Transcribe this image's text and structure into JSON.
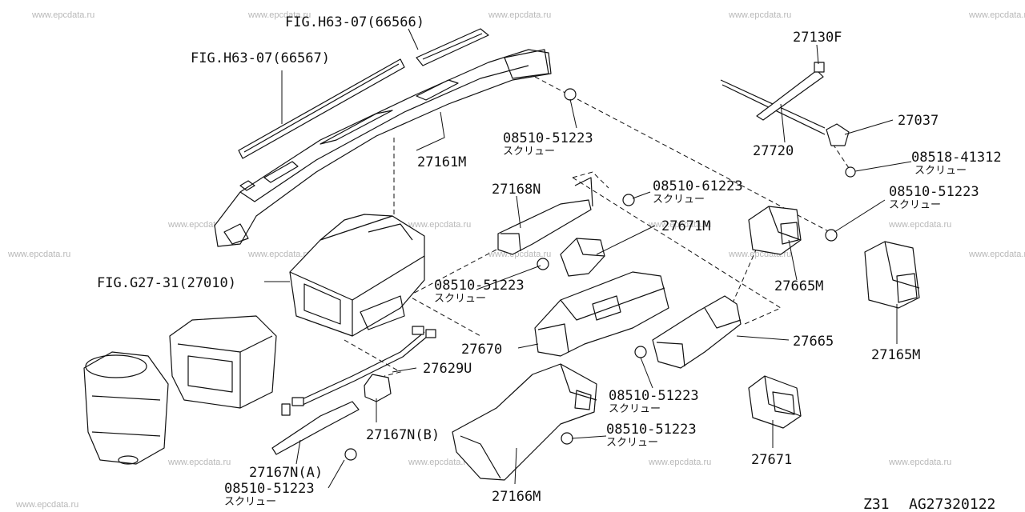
{
  "watermark": "www.epcdata.ru",
  "drawing_code": {
    "section": "Z31",
    "number": "AG27320122"
  },
  "labels": {
    "fig_h63_66566": "FIG.H63-07(66566)",
    "fig_h63_66567": "FIG.H63-07(66567)",
    "fig_g27": "FIG.G27-31(27010)",
    "p27161M": "27161M",
    "p27168N": "27168N",
    "p27671M": "27671M",
    "p27670": "27670",
    "p27629U": "27629U",
    "p27167NB": "27167N(B)",
    "p27167NA": "27167N(A)",
    "p27166M": "27166M",
    "p27665": "27665",
    "p27665M": "27665M",
    "p27671": "27671",
    "p27165M": "27165M",
    "p27130F": "27130F",
    "p27037": "27037",
    "p27720": "27720",
    "s1_num": "08510-51223",
    "s2_num": "08510-61223",
    "s3_num": "08510-51223",
    "s4_num": "08510-51223",
    "s5_num": "08510-51223",
    "s6_num": "08510-51223",
    "s7_num": "08510-51223",
    "s8_num": "08518-41312",
    "screw_jp": "スクリュー"
  }
}
